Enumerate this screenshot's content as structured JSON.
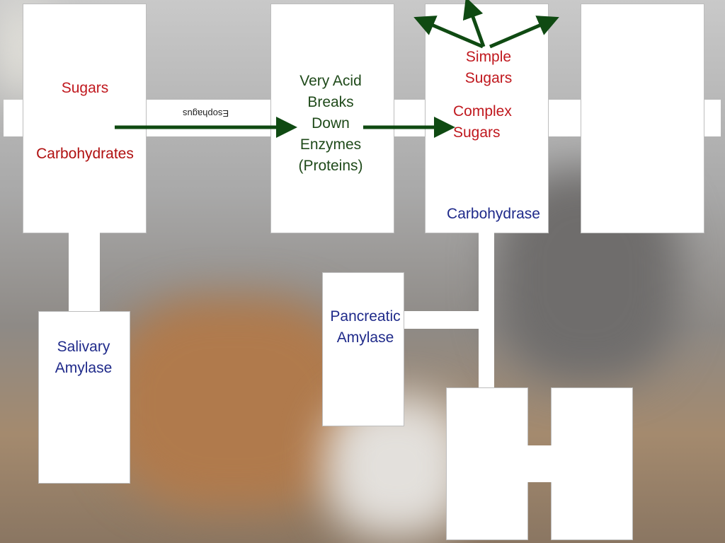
{
  "diagram": {
    "mouth": {
      "line1": "Sugars",
      "line2": "Carbohydrates"
    },
    "esophagus_label": "Esophagus",
    "stomach": {
      "lines": [
        "Very Acid",
        "Breaks",
        "Down",
        "Enzymes",
        "(Proteins)"
      ]
    },
    "small_intestine": {
      "simple_sugars": [
        "Simple",
        "Sugars"
      ],
      "complex_sugars": [
        "Complex",
        "Sugars"
      ],
      "enzyme": "Carbohydrase"
    },
    "salivary_gland": {
      "lines": [
        "Salivary",
        "Amylase"
      ]
    },
    "pancreas": {
      "lines": [
        "Pancreatic",
        "Amylase"
      ]
    },
    "colors": {
      "red_text": "#c0181e",
      "green_text": "#1f4a1a",
      "blue_text": "#1f2a8a",
      "arrow": "#0f4a12"
    }
  }
}
